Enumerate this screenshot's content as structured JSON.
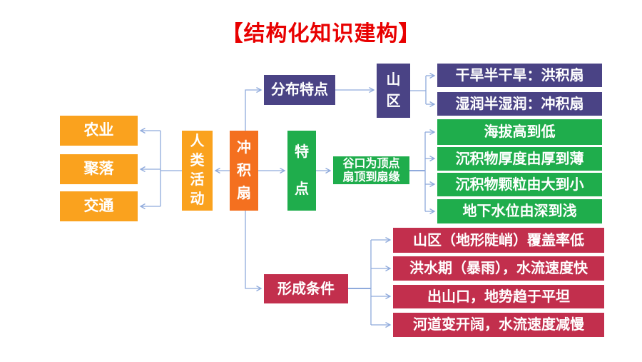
{
  "title": "【结构化知识建构】",
  "center": {
    "label": "冲\n积\n扇"
  },
  "human_activity": {
    "label": "人\n类\n活\n动"
  },
  "impacts": [
    {
      "label": "农业"
    },
    {
      "label": "聚落"
    },
    {
      "label": "交通"
    }
  ],
  "distribution": {
    "label": "分布特点",
    "region": {
      "label": "山\n区"
    },
    "items": [
      {
        "label": "干旱半干旱：洪积扇"
      },
      {
        "label": "湿润半湿润：冲积扇"
      }
    ]
  },
  "features": {
    "label": "特\n点",
    "note": {
      "label": "谷口为顶点\n扇顶到扇缘"
    },
    "items": [
      {
        "label": "海拔高到低"
      },
      {
        "label": "沉积物厚度由厚到薄"
      },
      {
        "label": "沉积物颗粒由大到小"
      },
      {
        "label": "地下水位由深到浅"
      }
    ]
  },
  "formation": {
    "label": "形成条件",
    "items": [
      {
        "label": "山区（地形陡峭）覆盖率低"
      },
      {
        "label": "洪水期（暴雨），水流速度快"
      },
      {
        "label": "出山口，地势趋于平坦"
      },
      {
        "label": "河道变开阔，水流速度减慢"
      }
    ]
  },
  "colors": {
    "orange": "#FAA21E",
    "orange_dark": "#F4701F",
    "purple": "#4A4385",
    "green": "#1FAD4C",
    "red": "#C22F4D",
    "title_red": "#E80000",
    "connector": "#8FAADC"
  }
}
